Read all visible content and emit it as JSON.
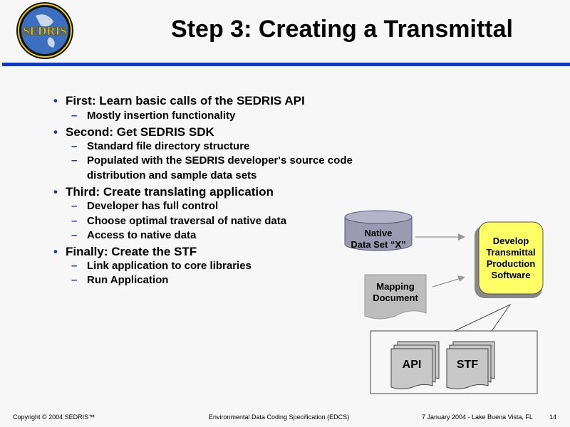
{
  "logo": {
    "text": "SEDRIS"
  },
  "title": "Step 3: Creating a Transmittal",
  "bullets": [
    {
      "level": 1,
      "text": "First: Learn basic calls of the SEDRIS API"
    },
    {
      "level": 2,
      "text": "Mostly insertion functionality"
    },
    {
      "level": 1,
      "text": "Second: Get SEDRIS SDK"
    },
    {
      "level": 2,
      "text": "Standard file directory structure"
    },
    {
      "level": 2,
      "text": "Populated with the SEDRIS developer's source code"
    },
    {
      "level": 3,
      "text": "distribution and sample data sets"
    },
    {
      "level": 1,
      "text": "Third: Create translating application"
    },
    {
      "level": 2,
      "text": "Developer has full control"
    },
    {
      "level": 2,
      "text": "Choose optimal traversal of native data"
    },
    {
      "level": 2,
      "text": "Access to native data"
    },
    {
      "level": 1,
      "text": "Finally: Create the STF"
    },
    {
      "level": 2,
      "text": "Link application to core libraries"
    },
    {
      "level": 2,
      "text": "Run Application"
    }
  ],
  "diagram": {
    "native": [
      "Native",
      "Data Set “X”"
    ],
    "mapping": [
      "Mapping",
      "Document"
    ],
    "develop": [
      "Develop",
      "Transmittal",
      "Production",
      "Software"
    ],
    "api": "API",
    "stf": "STF"
  },
  "footer": {
    "copyright": "Copyright © 2004 SEDRIS™",
    "center": "Environmental Data Coding Specification (EDCS)",
    "date": "7 January 2004 - Lake Buena Vista, FL",
    "page": "14"
  }
}
